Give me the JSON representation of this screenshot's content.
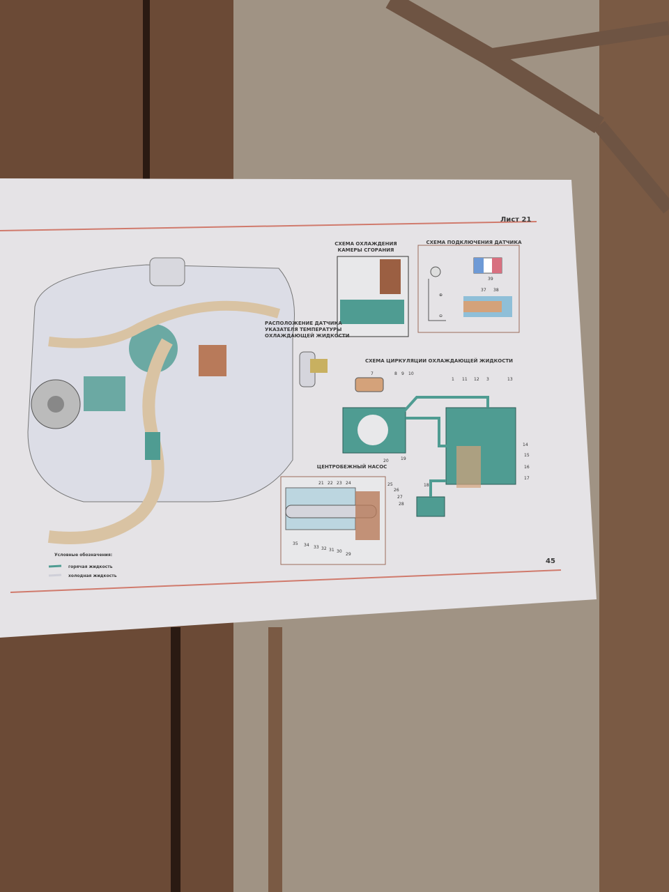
{
  "page": {
    "sheet_label": "Лист 21",
    "page_number": "45",
    "titles": {
      "combustion_cooling": [
        "СХЕМА ОХЛАЖДЕНИЯ",
        "КАМЕРЫ СГОРАНИЯ"
      ],
      "sensor_wiring": "СХЕМА ПОДКЛЮЧЕНИЯ ДАТЧИКА",
      "sensor_location": [
        "РАСПОЛОЖЕНИЕ ДАТЧИКА",
        "УКАЗАТЕЛЯ ТЕМПЕРАТУРЫ",
        "ОХЛАЖДАЮЩЕЙ ЖИДКОСТИ"
      ],
      "circulation": "СХЕМА ЦИРКУЛЯЦИИ ОХЛАЖДАЮЩЕЙ ЖИДКОСТИ",
      "pump": "ЦЕНТРОБЕЖНЫЙ НАСОС"
    },
    "legend": {
      "title": "Условные обозначения:",
      "hot": "горячая жидкость",
      "cold": "холодная жидкость"
    },
    "callouts": {
      "wiring": [
        "39",
        "37",
        "38"
      ],
      "circulation": [
        "7",
        "8",
        "9",
        "10",
        "1",
        "11",
        "12",
        "3",
        "13",
        "14",
        "15",
        "16",
        "17",
        "18",
        "19",
        "20"
      ],
      "pump": [
        "21",
        "22",
        "23",
        "24",
        "25",
        "26",
        "27",
        "28",
        "35",
        "34",
        "33",
        "32",
        "31",
        "30",
        "29"
      ]
    }
  },
  "colors": {
    "paper": "#e6e4e6",
    "rule": "#d07a6c",
    "coolant": "#4f9c92",
    "hose": "#d9c3a3",
    "carpet_light": "#9d8f80",
    "carpet_dark": "#5e3f2c"
  }
}
